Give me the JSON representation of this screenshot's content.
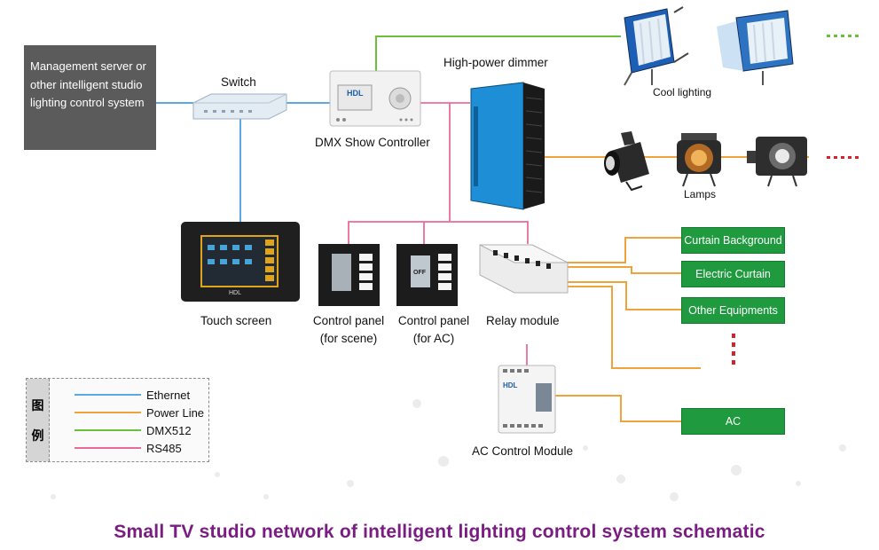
{
  "title": "Small TV studio network of intelligent lighting control system schematic",
  "management": [
    "Management server or",
    "other intelligent studio",
    "lighting control system"
  ],
  "devices": {
    "switch": "Switch",
    "dmx": "DMX Show Controller",
    "dimmer": "High-power dimmer",
    "cool": "Cool lighting",
    "lamps": "Lamps",
    "touch": "Touch screen",
    "panel_scene": [
      "Control panel",
      "(for scene)"
    ],
    "panel_ac": [
      "Control panel",
      "(for AC)"
    ],
    "relay": "Relay module",
    "ac_module": "AC Control Module"
  },
  "equipment": [
    "Curtain Background",
    "Electric Curtain",
    "Other Equipments",
    "AC"
  ],
  "device_text": {
    "hdl": "HDL",
    "off": "OFF"
  },
  "legend": {
    "side": [
      "图",
      "例"
    ],
    "items": [
      {
        "label": "Ethernet",
        "color": "#5aa9e6"
      },
      {
        "label": "Power Line",
        "color": "#f0a23c"
      },
      {
        "label": "DMX512",
        "color": "#6cbf3c"
      },
      {
        "label": "RS485",
        "color": "#e96b9b"
      }
    ]
  },
  "colors": {
    "ethernet": "#5aa9e6",
    "power": "#f0a23c",
    "dmx": "#6cbf3c",
    "rs485": "#e96b9b",
    "equip_green": "#1f9a3f",
    "title": "#7a1d82"
  }
}
